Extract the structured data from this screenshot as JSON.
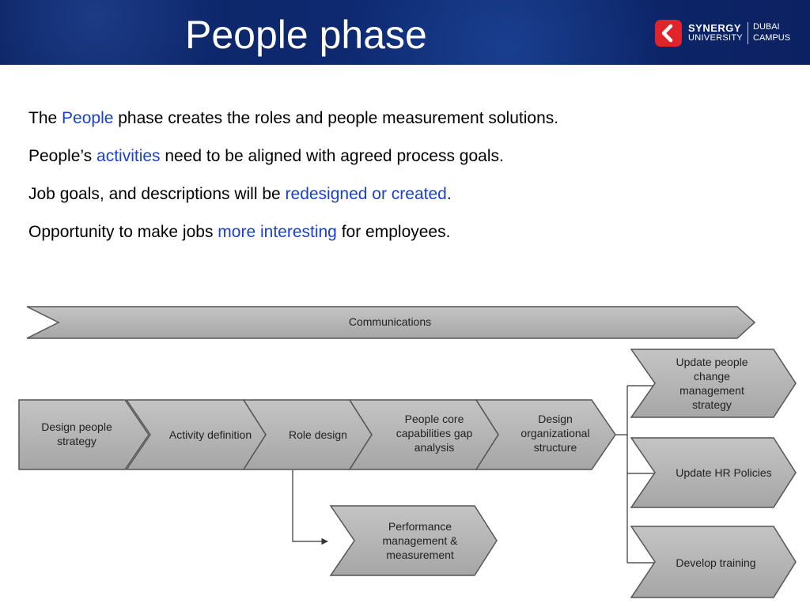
{
  "header": {
    "title": "People phase",
    "logo": {
      "name_line1": "SYNERGY",
      "name_line2": "UNIVERSITY",
      "campus_line1": "DUBAI",
      "campus_line2": "CAMPUS"
    }
  },
  "bullets": [
    {
      "before": "The ",
      "highlight": "People",
      "after": " phase creates the roles and people measurement solutions."
    },
    {
      "before": "People’s ",
      "highlight": "activities",
      "after": " need to be aligned with agreed process goals."
    },
    {
      "before": "Job goals, and descriptions will be ",
      "highlight": "redesigned or created",
      "after": "."
    },
    {
      "before": "Opportunity to make jobs ",
      "highlight": "more interesting",
      "after": " for employees."
    }
  ],
  "diagram": {
    "banner": "Communications",
    "steps": [
      [
        "Design people",
        "strategy"
      ],
      [
        "Activity definition"
      ],
      [
        "Role design"
      ],
      [
        "People core",
        "capabilities gap",
        "analysis"
      ],
      [
        "Design",
        "organizational",
        "structure"
      ]
    ],
    "branch": [
      "Performance",
      "management &",
      "measurement"
    ],
    "outcomes": [
      [
        "Update people",
        "change",
        "management",
        "strategy"
      ],
      [
        "Update HR Policies"
      ],
      [
        "Develop training"
      ]
    ],
    "colors": {
      "shape_fill": "#b3b3b3",
      "shape_stroke": "#4d4d4d",
      "highlight_text": "#1a3fd6"
    }
  }
}
